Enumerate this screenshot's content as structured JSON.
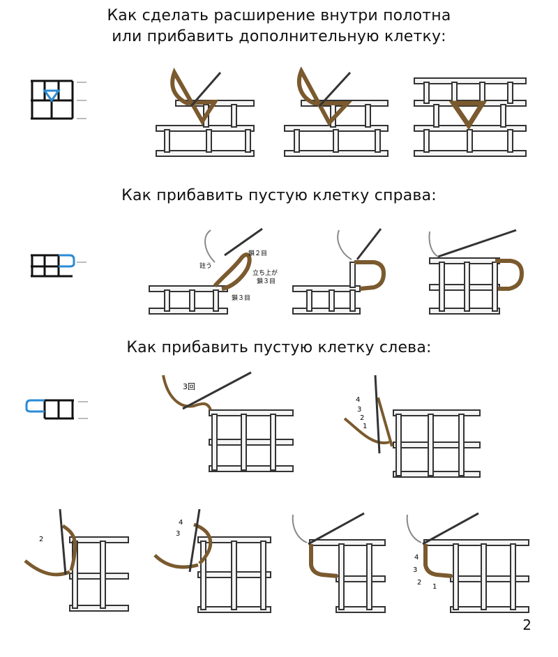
{
  "section1": {
    "heading": [
      "Как сделать расширение внутри полотна",
      "или прибавить дополнительную клетку:"
    ]
  },
  "section2": {
    "heading": "Как прибавить пустую клетку справа:",
    "labels": {
      "chain2": "鎖２目",
      "thread": "註う",
      "turn_chain": "立ち上がりの",
      "chain3a": "鎖３目",
      "chain3b": "鎖３目"
    }
  },
  "section3": {
    "heading": "Как прибавить пустую клетку слева:",
    "labels": {
      "times3": "3回",
      "n1": "1",
      "n2": "2",
      "n3": "3",
      "n4": "4"
    }
  },
  "page_number": "2",
  "colors": {
    "yarn_brown": "#7a5a2e",
    "diagram_blue": "#2a8bd6",
    "outline": "#222222"
  }
}
